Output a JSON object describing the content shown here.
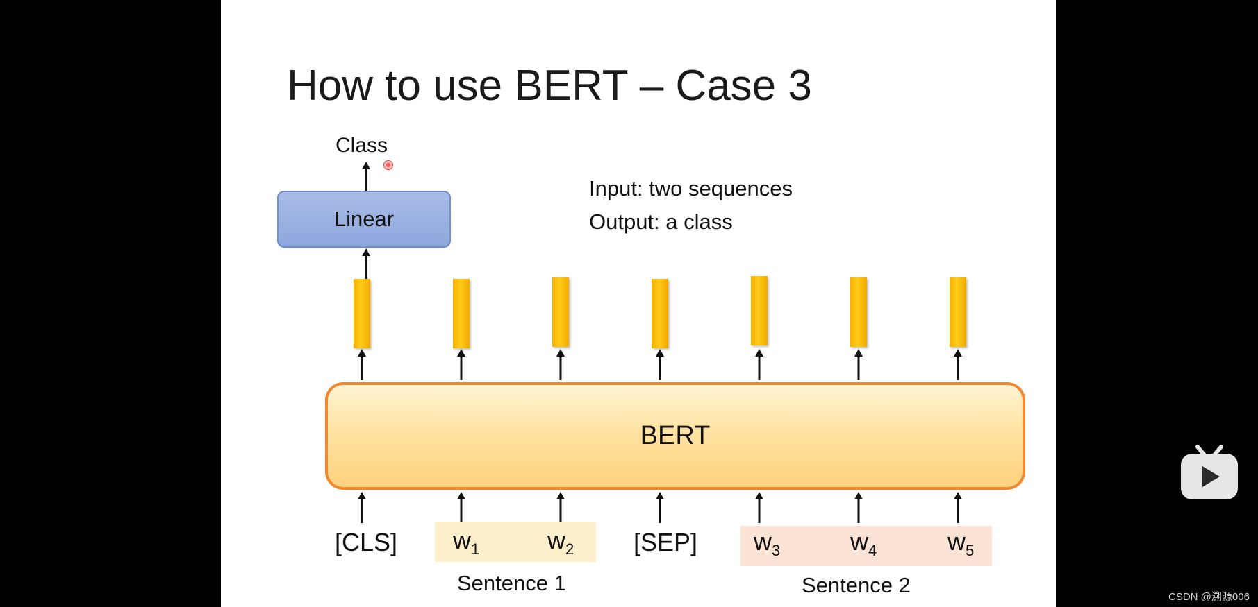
{
  "slide": {
    "title": "How to use BERT – Case 3",
    "class_label": "Class",
    "linear_label": "Linear",
    "input_text": "Input: two sequences",
    "output_text": "Output: a class",
    "bert_label": "BERT",
    "tokens": {
      "cls": "[CLS]",
      "w1": "w",
      "w1_sub": "1",
      "w2": "w",
      "w2_sub": "2",
      "sep": "[SEP]",
      "w3": "w",
      "w3_sub": "3",
      "w4": "w",
      "w4_sub": "4",
      "w5": "w",
      "w5_sub": "5"
    },
    "sentence1_label": "Sentence 1",
    "sentence2_label": "Sentence 2"
  },
  "colors": {
    "bert_border": "#f08a30",
    "linear_fill": "#8ea6dd",
    "embedding_bar": "#ffc000",
    "sentence1_bg": "#fdefcb",
    "sentence2_bg": "#fbe3d6"
  },
  "overlay": {
    "play_icon": "play-icon",
    "watermark": "CSDN @溯源006"
  }
}
